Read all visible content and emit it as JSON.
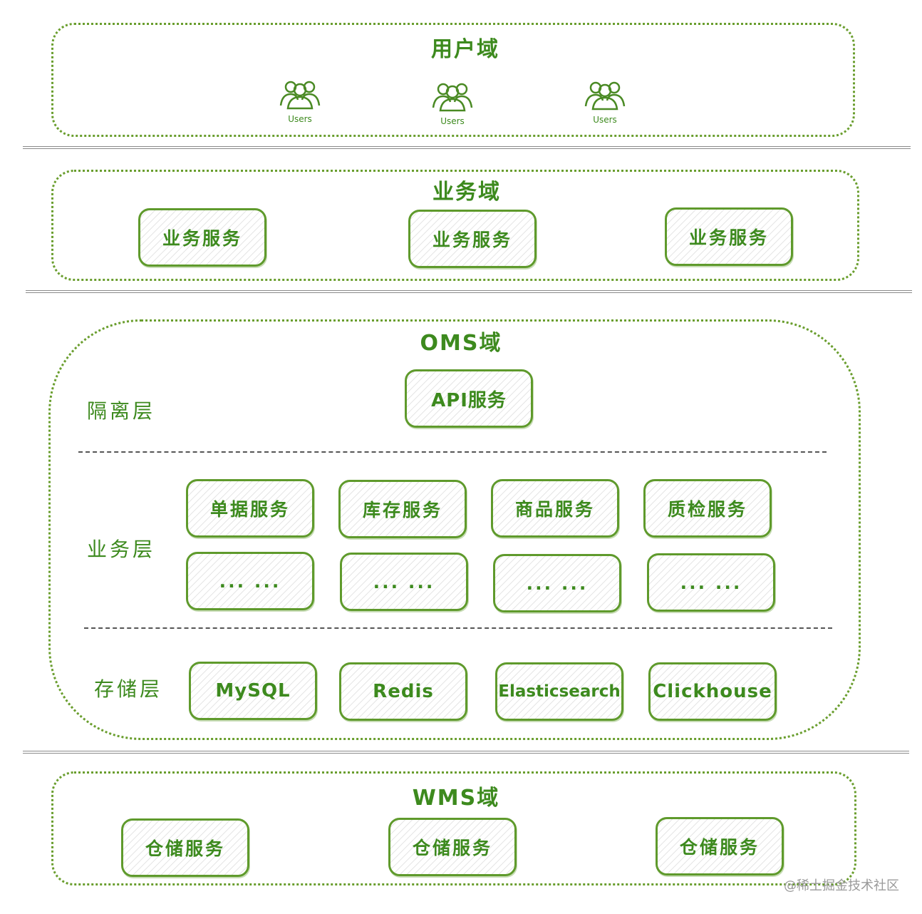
{
  "user_domain": {
    "title": "用户域",
    "users": [
      {
        "label": "Users",
        "icon": "users-icon"
      },
      {
        "label": "Users",
        "icon": "users-icon"
      },
      {
        "label": "Users",
        "icon": "users-icon"
      }
    ]
  },
  "business_domain": {
    "title": "业务域",
    "services": [
      "业务服务",
      "业务服务",
      "业务服务"
    ]
  },
  "oms_domain": {
    "title": "OMS域",
    "isolation_layer": {
      "label": "隔离层",
      "services": [
        "API服务"
      ]
    },
    "business_layer": {
      "label": "业务层",
      "services": [
        "单据服务",
        "库存服务",
        "商品服务",
        "质检服务"
      ],
      "placeholders": [
        "... ...",
        "... ...",
        "... ...",
        "... ..."
      ]
    },
    "storage_layer": {
      "label": "存储层",
      "stores": [
        "MySQL",
        "Redis",
        "Elasticsearch",
        "Clickhouse"
      ]
    }
  },
  "wms_domain": {
    "title": "WMS域",
    "services": [
      "仓储服务",
      "仓储服务",
      "仓储服务"
    ]
  },
  "watermark": "@稀土掘金技术社区",
  "colors": {
    "accent": "#3d8a1e",
    "border": "#5f9a2c",
    "separator": "#8b8b8b"
  }
}
